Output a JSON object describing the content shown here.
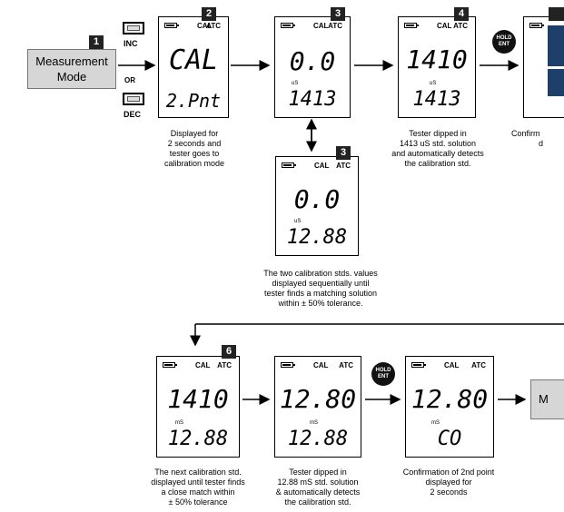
{
  "start_box": {
    "line1": "Measurement",
    "line2": "Mode"
  },
  "buttons": {
    "inc": "INC",
    "or": "OR",
    "dec": "DEC"
  },
  "hold_button": {
    "line1": "HOLD",
    "line2": "ENT"
  },
  "lcd_header": {
    "cal": "CAL",
    "atc": "ATC"
  },
  "steps": {
    "s1": "1",
    "s2": "2",
    "s3a": "3",
    "s3b": "3",
    "s4": "4",
    "s6": "6"
  },
  "screens": {
    "step2": {
      "main": "CAL",
      "sub": "2.Pnt"
    },
    "step3": {
      "main": "0.0",
      "unit": "uS",
      "sub": "1413"
    },
    "step3b": {
      "main": "0.0",
      "unit": "uS",
      "sub": "12.88"
    },
    "step4": {
      "main": "1410",
      "unit": "uS",
      "sub": "1413"
    },
    "step6": {
      "main": "1410",
      "unit": "mS",
      "sub": "12.88"
    },
    "step7": {
      "main": "12.80",
      "unit": "mS",
      "sub": "12.88"
    },
    "step8": {
      "main": "12.80",
      "unit": "mS",
      "sub": "CO"
    }
  },
  "captions": {
    "step2": [
      "Displayed for",
      "2 seconds and",
      "tester goes to",
      "calibration mode"
    ],
    "step3b": [
      "The two calibration stds. values",
      "displayed sequentially until",
      "tester finds a matching solution",
      "within ± 50% tolerance."
    ],
    "step4": [
      "Tester dipped in",
      "1413 uS std. solution",
      "and automatically detects",
      "the calibration std."
    ],
    "step5": [
      "Confirm",
      "d"
    ],
    "step6": [
      "The next calibration std.",
      "displayed until tester finds",
      "a close match within",
      "± 50% tolerance"
    ],
    "step7": [
      "Tester dipped in",
      "12.88 mS std. solution",
      "& automatically detects",
      "the calibration std."
    ],
    "step8": [
      "Confirmation of 2nd point",
      "displayed for",
      "2 seconds"
    ]
  },
  "end_box": {
    "label": "M"
  }
}
